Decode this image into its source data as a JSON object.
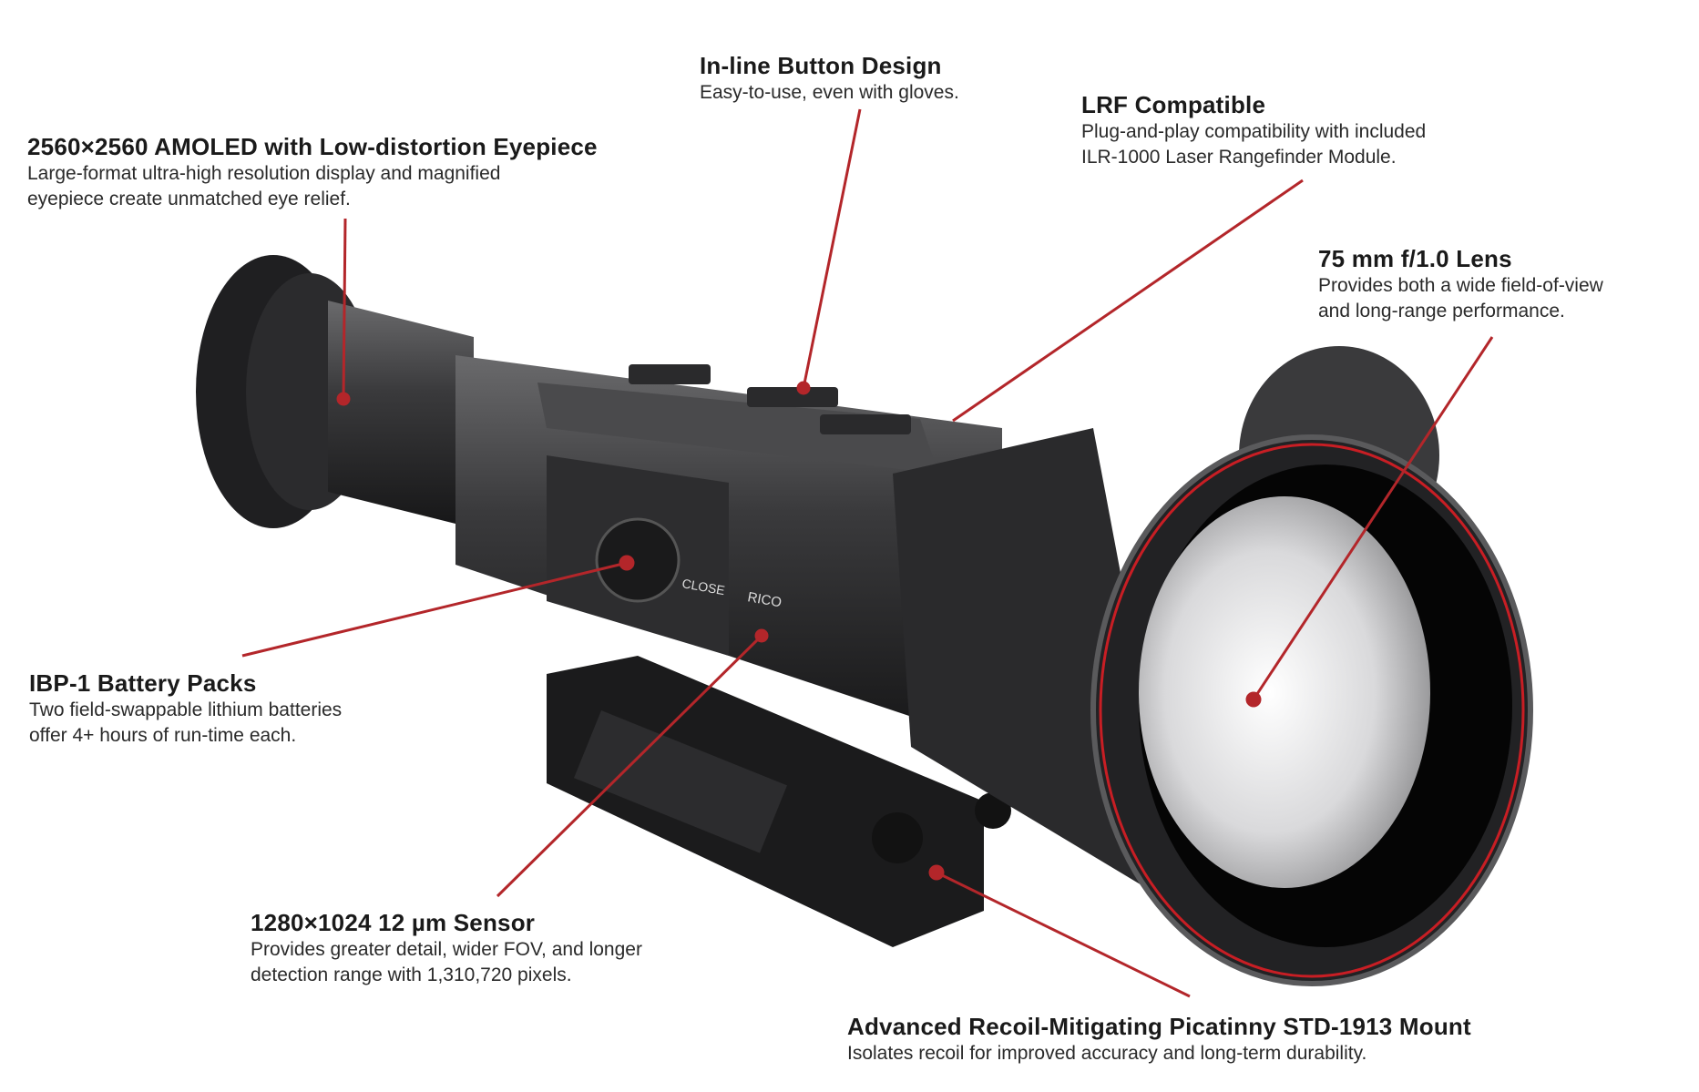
{
  "accent_color": "#b3262a",
  "callouts": {
    "buttons": {
      "title": "In-line Button Design",
      "lines": [
        "Easy-to-use, even with gloves."
      ]
    },
    "lrf": {
      "title": "LRF Compatible",
      "lines": [
        "Plug-and-play compatibility with included",
        "ILR-1000 Laser Rangefinder Module."
      ]
    },
    "display": {
      "title": "2560×2560 AMOLED with Low-distortion Eyepiece",
      "lines": [
        "Large-format ultra-high resolution display and magnified",
        "eyepiece create unmatched eye relief."
      ]
    },
    "lens": {
      "title": "75 mm f/1.0 Lens",
      "lines": [
        "Provides both a wide field-of-view",
        "and long-range performance."
      ]
    },
    "battery": {
      "title": "IBP-1 Battery Packs",
      "lines": [
        "Two field-swappable lithium batteries",
        "offer 4+ hours of run-time each."
      ]
    },
    "sensor": {
      "title": "1280×1024 12 µm Sensor",
      "lines": [
        "Provides greater detail, wider FOV, and longer",
        "detection range with 1,310,720 pixels."
      ]
    },
    "mount": {
      "title": "Advanced Recoil-Mitigating Picatinny STD-1913 Mount",
      "lines": [
        "Isolates recoil for improved accuracy and long-term durability."
      ]
    }
  },
  "product_markings": {
    "close_label": "CLOSE",
    "brand": "RICO"
  }
}
